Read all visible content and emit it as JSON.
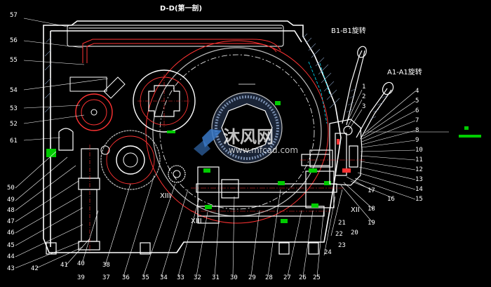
{
  "title": "D-D(第一剖)",
  "section_labels": {
    "b1": "B1-B1旋转",
    "a1": "A1-A1旋转",
    "xiii_a": "XIII",
    "xiii_b": "XIII",
    "xii": "XII"
  },
  "watermark": {
    "text": "沐风网",
    "url": "www.mfcad.com"
  },
  "left_callouts": [
    "57",
    "56",
    "55",
    "54",
    "53",
    "52",
    "61",
    "50",
    "49",
    "48",
    "47",
    "46",
    "45",
    "44",
    "43",
    "42"
  ],
  "right_callouts": [
    "1",
    "2",
    "3",
    "4",
    "5",
    "6",
    "7",
    "8",
    "9",
    "10",
    "11",
    "12",
    "13",
    "14",
    "15",
    "16",
    "17",
    "18",
    "19",
    "20",
    "21",
    "22",
    "23"
  ],
  "bottom_callouts": [
    "41",
    "40",
    "39",
    "38",
    "37",
    "36",
    "35",
    "34",
    "33",
    "32",
    "31",
    "30",
    "29",
    "28",
    "27",
    "26",
    "25",
    "24"
  ],
  "colors": {
    "background": "#000000",
    "outline": "#ffffff",
    "gear": "#c0c0c0",
    "accent_red": "#ff3333",
    "accent_green": "#00cc00",
    "accent_cyan": "#00e5ff",
    "hatch": "#7a8fb0",
    "brand_logo": "#3a79c8"
  }
}
